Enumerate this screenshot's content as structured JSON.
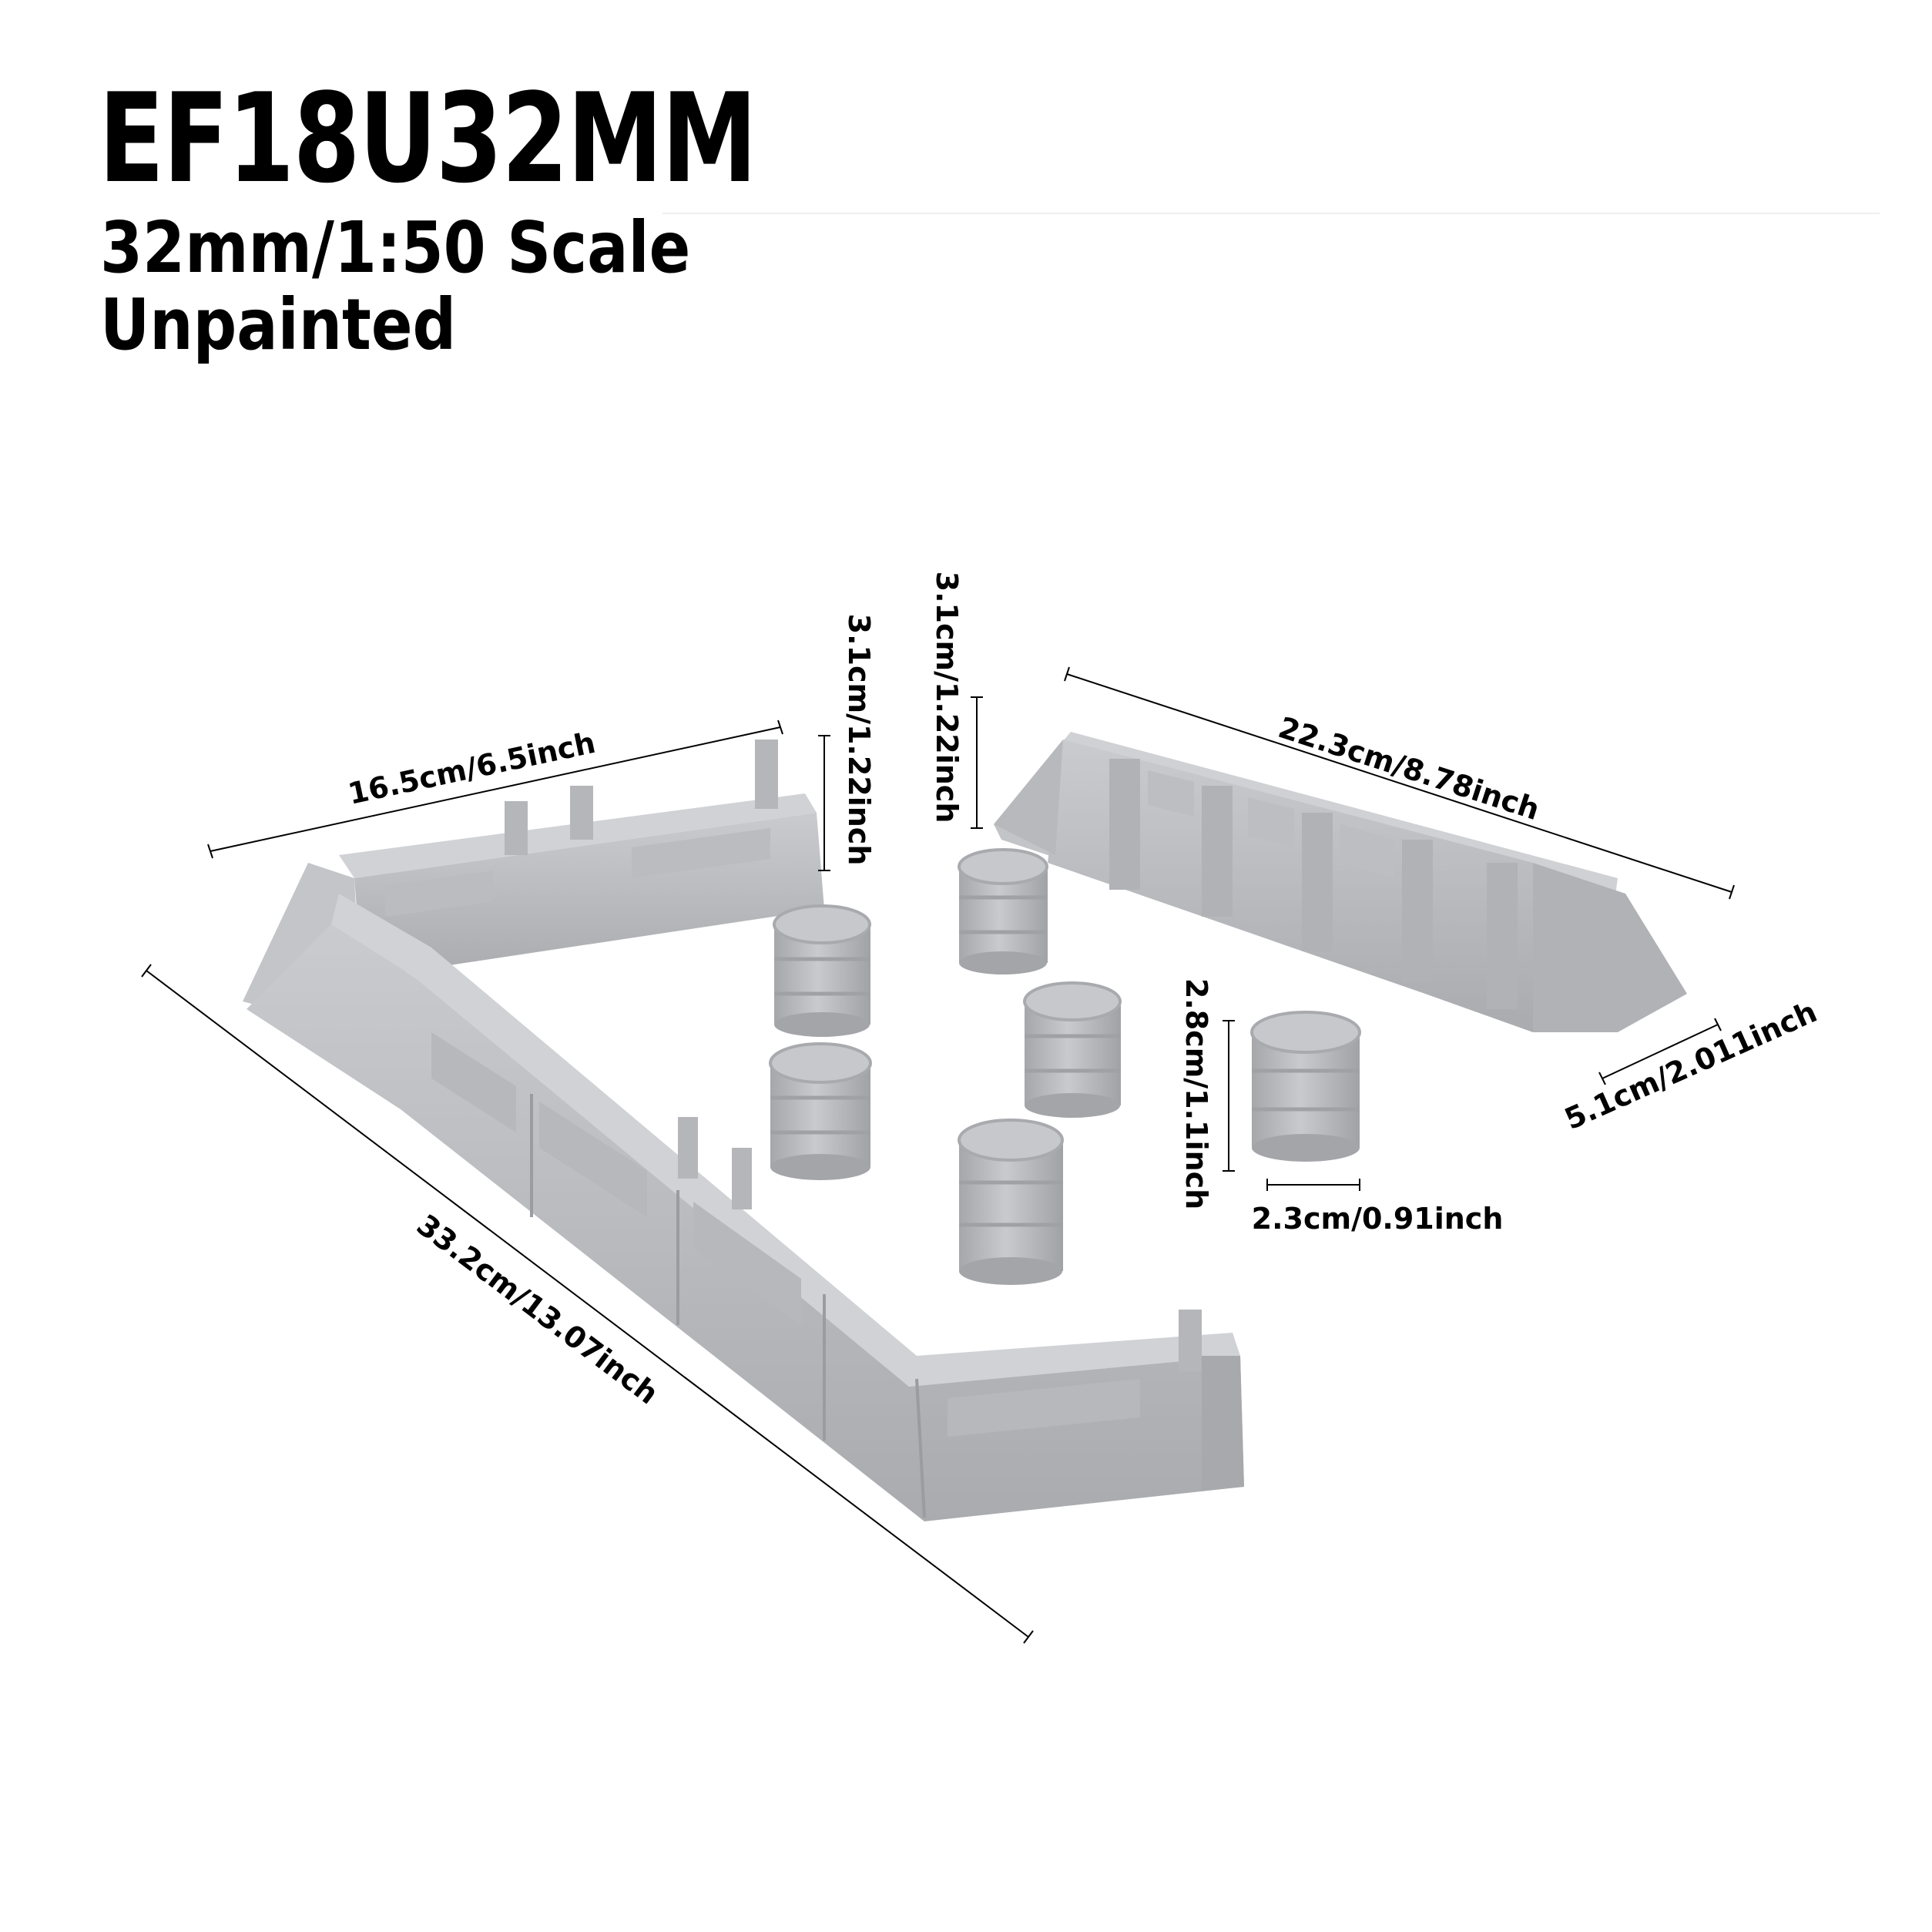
{
  "product": {
    "code": "EF18U32MM",
    "scale": "32mm/1:50 Scale",
    "finish": "Unpainted"
  },
  "dimensions": {
    "corner_short_side": "16.5cm/6.5inch",
    "corner_height": "3.1cm/1.22inch",
    "corner_long_side": "33.2cm/13.07inch",
    "straight_height": "3.1cm/1.22inch",
    "straight_length": "22.3cm/8.78inch",
    "straight_depth": "5.1cm/2.011inch",
    "barrel_height": "2.8cm/1.1inch",
    "barrel_width": "2.3cm/0.91inch"
  },
  "colors": {
    "model_gray": "#b9bbbe",
    "model_shadow": "#9c9ea2",
    "model_highlight": "#d2d4d6"
  }
}
